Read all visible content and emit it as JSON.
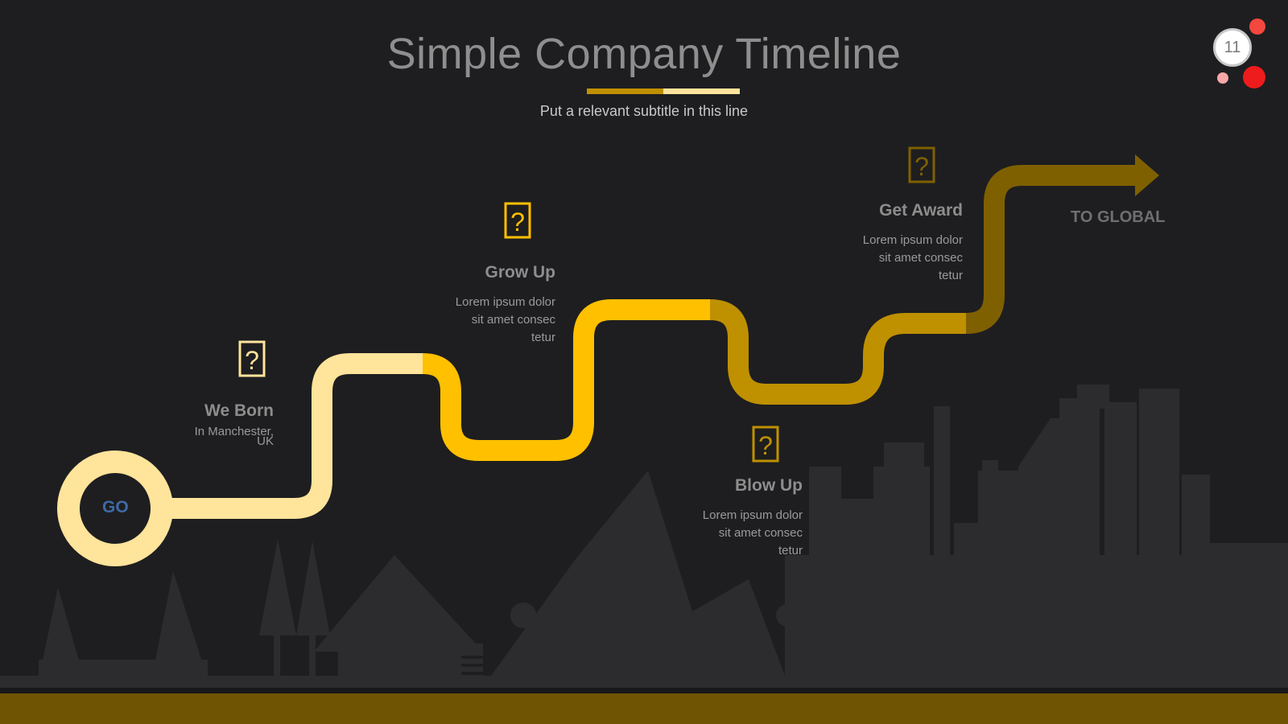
{
  "title": "Simple Company Timeline",
  "subtitle": "Put a relevant subtitle in this line",
  "page_number": "11",
  "start_label": "GO",
  "end_label": "TO GLOBAL",
  "colors": {
    "background": "#1e1e20",
    "segment_1": "#ffe49b",
    "segment_2": "#ffc000",
    "segment_3": "#bf9000",
    "segment_4": "#7f6000",
    "skyline": "#2c2c2e",
    "footer": "#6f5404"
  },
  "milestones": [
    {
      "title": "We Born",
      "desc_line1": "In Manchester,",
      "desc_line2": "UK",
      "icon": "question-box-icon"
    },
    {
      "title": "Grow Up",
      "desc_line1": "Lorem ipsum dolor",
      "desc_line2": "sit amet consec",
      "desc_line3": "tetur",
      "icon": "question-box-icon"
    },
    {
      "title": "Blow Up",
      "desc_line1": "Lorem ipsum dolor",
      "desc_line2": "sit amet consec",
      "desc_line3": "tetur",
      "icon": "question-box-icon"
    },
    {
      "title": "Get Award",
      "desc_line1": "Lorem ipsum dolor",
      "desc_line2": "sit amet consec",
      "desc_line3": "tetur",
      "icon": "question-box-icon"
    }
  ]
}
